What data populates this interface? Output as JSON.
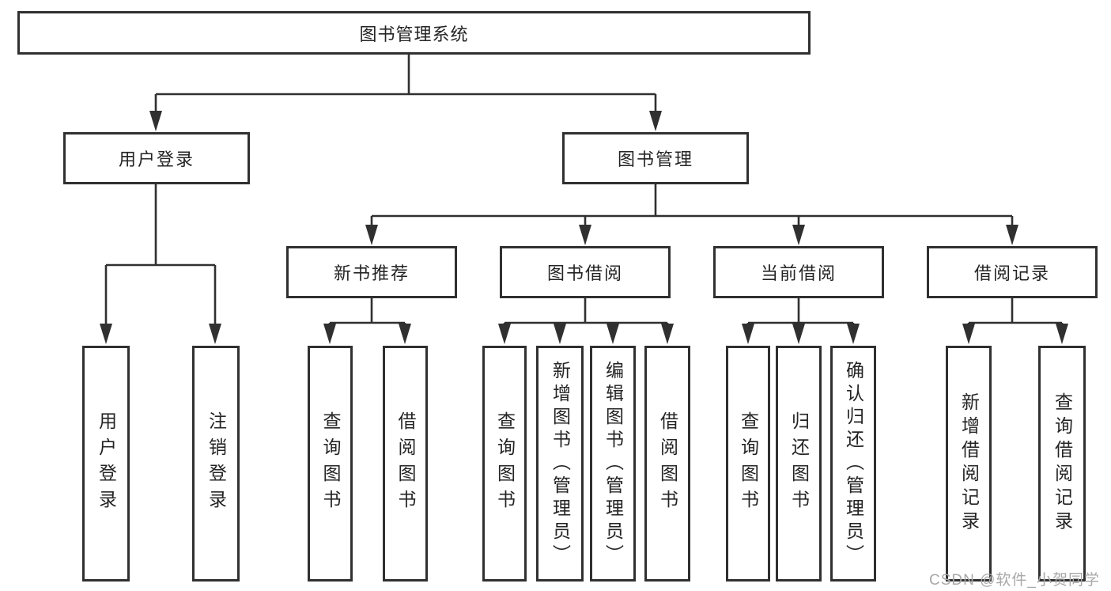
{
  "diagram": {
    "watermark": "CSDN @软件_小贺同学",
    "colors": {
      "line": "#303030",
      "text": "#242424",
      "watermark": "#a8a8a8",
      "background": "#ffffff"
    },
    "tree": {
      "label": "图书管理系统",
      "children": [
        {
          "label": "用户登录",
          "children": [
            {
              "label": "用户登录"
            },
            {
              "label": "注销登录"
            }
          ]
        },
        {
          "label": "图书管理",
          "children": [
            {
              "label": "新书推荐",
              "children": [
                {
                  "label": "查询图书"
                },
                {
                  "label": "借阅图书"
                }
              ]
            },
            {
              "label": "图书借阅",
              "children": [
                {
                  "label": "查询图书"
                },
                {
                  "label": "新增图书（管理员）"
                },
                {
                  "label": "编辑图书（管理员）"
                },
                {
                  "label": "借阅图书"
                }
              ]
            },
            {
              "label": "当前借阅",
              "children": [
                {
                  "label": "查询图书"
                },
                {
                  "label": "归还图书"
                },
                {
                  "label": "确认归还（管理员）"
                }
              ]
            },
            {
              "label": "借阅记录",
              "children": [
                {
                  "label": "新增借阅记录"
                },
                {
                  "label": "查询借阅记录"
                }
              ]
            }
          ]
        }
      ]
    }
  }
}
